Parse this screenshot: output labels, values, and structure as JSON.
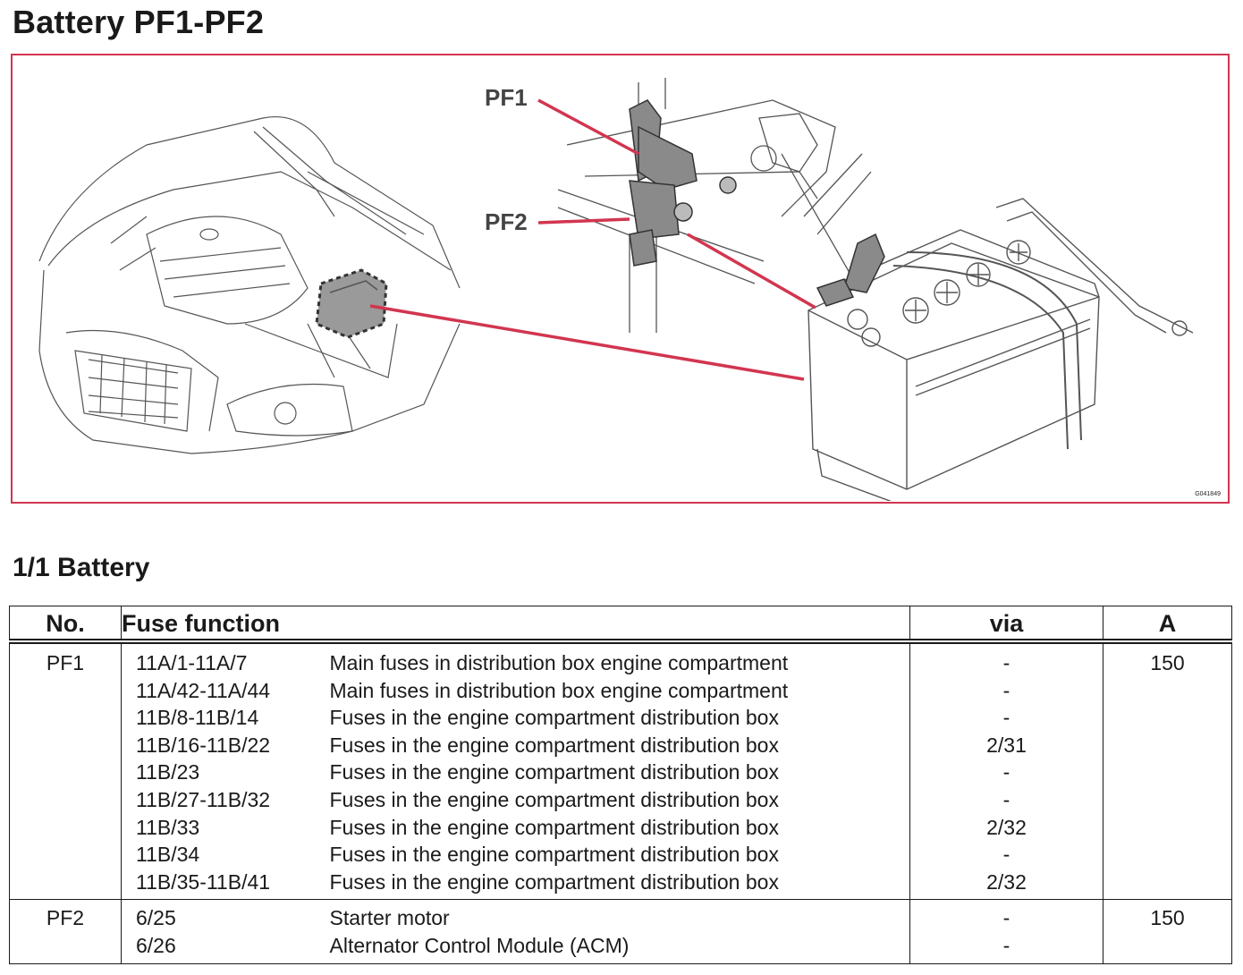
{
  "title": "Battery PF1-PF2",
  "figure": {
    "callouts": [
      "PF1",
      "PF2"
    ],
    "figure_code": "G041849",
    "accent_color": "#d2354f"
  },
  "section_title": "1/1 Battery",
  "table": {
    "headers": {
      "no": "No.",
      "function": "Fuse function",
      "via": "via",
      "amp": "A"
    },
    "groups": [
      {
        "no": "PF1",
        "amp": "150",
        "rows": [
          {
            "id": "11A/1-11A/7",
            "desc": "Main fuses in distribution box engine compartment",
            "via": "-"
          },
          {
            "id": "11A/42-11A/44",
            "desc": "Main fuses in distribution box engine compartment",
            "via": "-"
          },
          {
            "id": "11B/8-11B/14",
            "desc": "Fuses in the engine compartment distribution box",
            "via": "-"
          },
          {
            "id": "11B/16-11B/22",
            "desc": "Fuses in the engine compartment distribution box",
            "via": "2/31"
          },
          {
            "id": "11B/23",
            "desc": "Fuses in the engine compartment distribution box",
            "via": "-"
          },
          {
            "id": "11B/27-11B/32",
            "desc": "Fuses in the engine compartment distribution box",
            "via": "-"
          },
          {
            "id": "11B/33",
            "desc": "Fuses in the engine compartment distribution box",
            "via": "2/32"
          },
          {
            "id": "11B/34",
            "desc": "Fuses in the engine compartment distribution box",
            "via": "-"
          },
          {
            "id": "11B/35-11B/41",
            "desc": "Fuses in the engine compartment distribution box",
            "via": "2/32"
          }
        ]
      },
      {
        "no": "PF2",
        "amp": "150",
        "rows": [
          {
            "id": "6/25",
            "desc": "Starter motor",
            "via": "-"
          },
          {
            "id": "6/26",
            "desc": "Alternator Control Module (ACM)",
            "via": "-"
          }
        ]
      }
    ]
  }
}
